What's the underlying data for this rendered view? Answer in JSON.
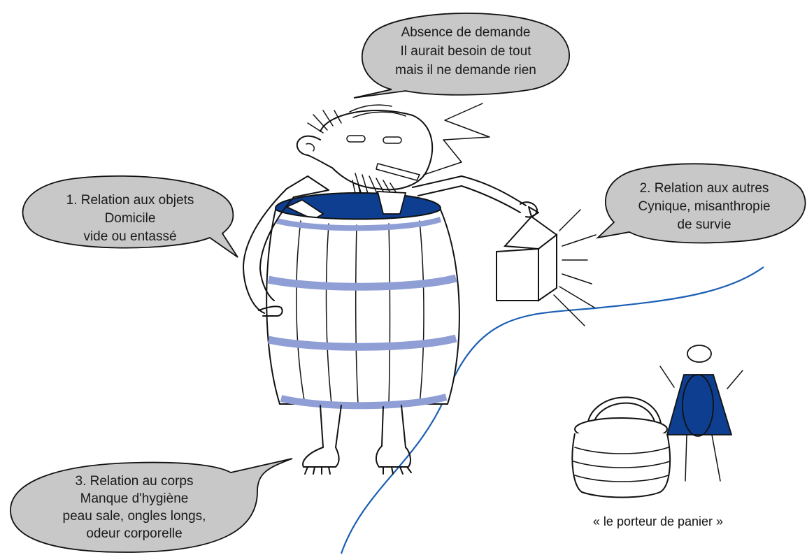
{
  "colors": {
    "bubble_fill": "#c8c8c8",
    "bubble_stroke": "#111111",
    "navy": "#0d3e8f",
    "hoop": "#8f9fd6",
    "curve": "#1a5fb4"
  },
  "bubbles": {
    "top": {
      "lines": [
        "Absence de demande",
        "Il aurait besoin de tout",
        "mais il ne demande rien"
      ]
    },
    "objects": {
      "lines": [
        "1. Relation aux objets",
        "Domicile",
        "vide ou entassé"
      ]
    },
    "others": {
      "lines": [
        "2. Relation aux autres",
        "Cynique, misanthropie",
        "de survie"
      ]
    },
    "body": {
      "lines": [
        "3. Relation au corps",
        "Manque d'hygiène",
        "peau sale, ongles longs,",
        "odeur corporelle"
      ]
    }
  },
  "caption": "« le porteur de panier »",
  "icons": {
    "figure": "barrel-man-icon",
    "lantern": "lantern-icon",
    "basket": "basket-icon",
    "person": "basket-carrier-icon"
  }
}
